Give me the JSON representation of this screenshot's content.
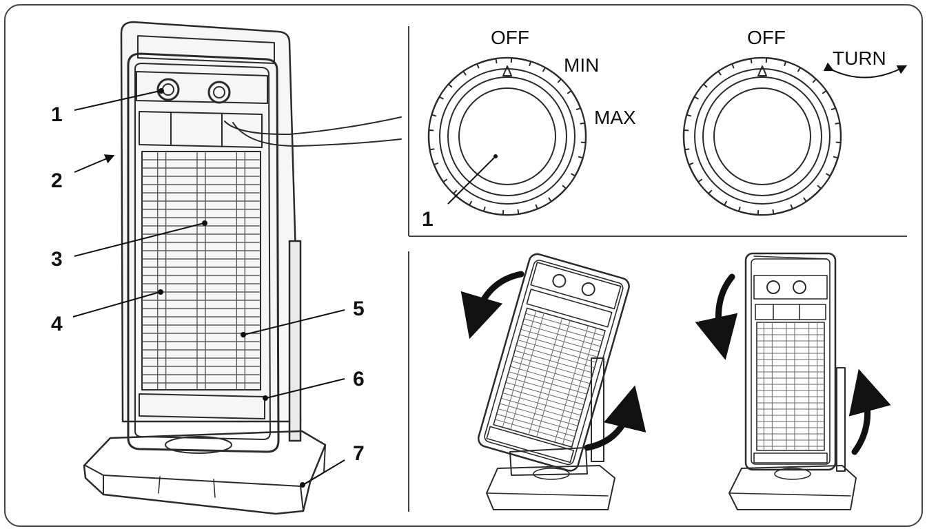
{
  "callouts": {
    "n1": "1",
    "n2": "2",
    "n3": "3",
    "n4": "4",
    "n5": "5",
    "n6": "6",
    "n7": "7",
    "knob_n1": "1"
  },
  "knob_labels": {
    "left_off": "OFF",
    "min": "MIN",
    "max": "MAX",
    "right_off": "OFF",
    "turn": "TURN"
  },
  "colors": {
    "line": "#2a2a2a",
    "frame": "#444444",
    "shade": "#e9e9e9"
  }
}
